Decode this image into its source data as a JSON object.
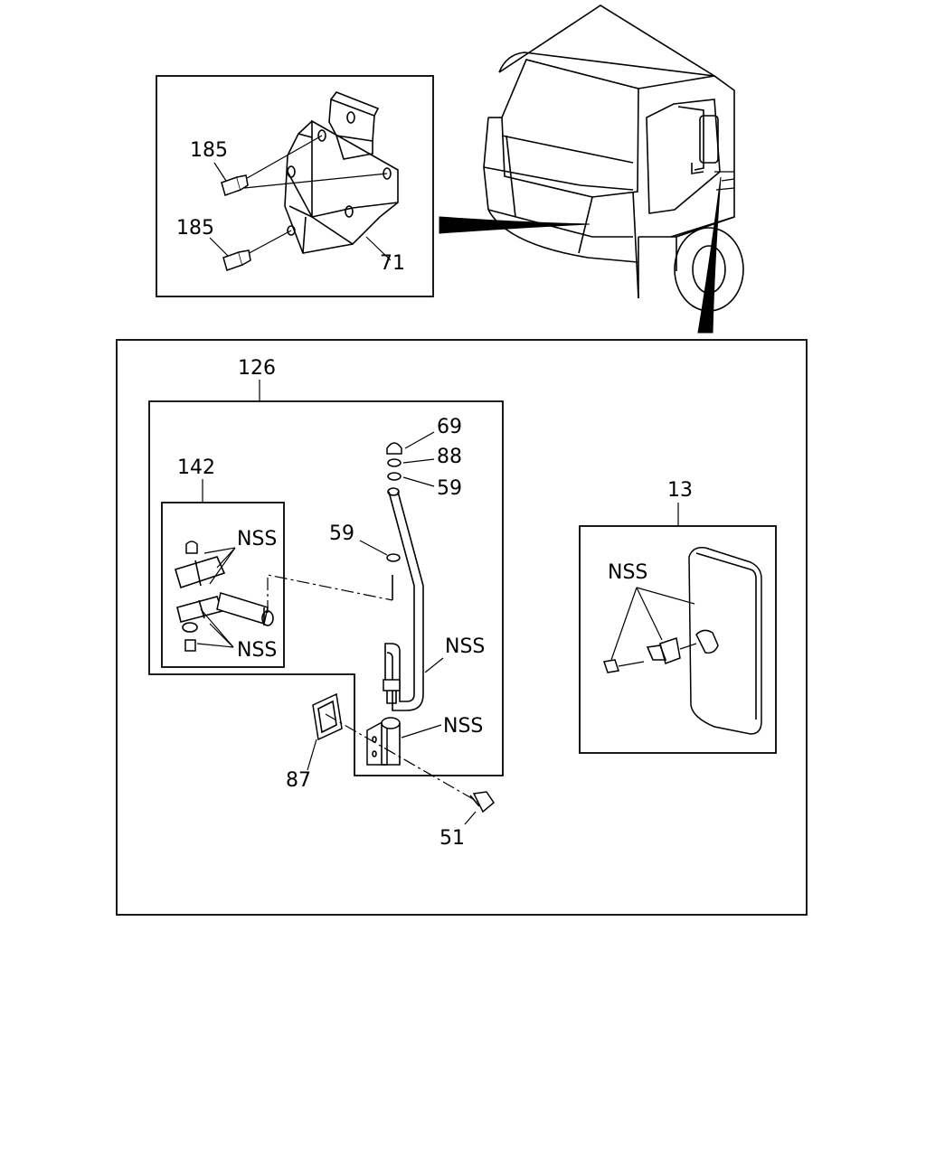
{
  "callouts": {
    "bolt_upper": "185",
    "bolt_lower": "185",
    "bracket": "71",
    "arm_assembly": "126",
    "sub_assembly": "142",
    "cap_nut": "69",
    "washer_88": "88",
    "washer_59_top": "59",
    "washer_59_left": "59",
    "mirror": "13",
    "seal": "87",
    "screw": "51",
    "nss_upper": "NSS",
    "nss_lower": "NSS",
    "nss_arm": "NSS",
    "nss_base": "NSS",
    "nss_mirror": "NSS"
  }
}
